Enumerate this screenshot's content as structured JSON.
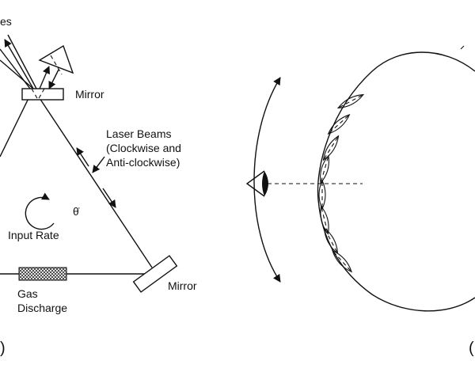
{
  "panel_a": {
    "top_fragment": "es",
    "mirror_top": "Mirror",
    "mirror_right": "Mirror",
    "laser_beams_line1": "Laser Beams",
    "laser_beams_line2": "(Clockwise and",
    "laser_beams_line3": "Anti-clockwise)",
    "theta_symbol": "θ̇",
    "input_rate": "Input Rate",
    "gas_line1": "Gas",
    "gas_line2": "Discharge",
    "panel_label": ")"
  },
  "panel_b": {
    "panel_label": "("
  }
}
